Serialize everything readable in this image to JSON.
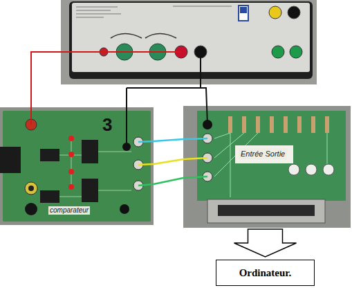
{
  "diagram": {
    "nodes": [
      {
        "text": [
          "3",
          "comparateur"
        ]
      },
      {
        "text": [
          "Entrée Sortie"
        ]
      },
      {
        "text": [
          "Ordinateur."
        ]
      }
    ],
    "edges": [
      {
        "from": 0,
        "to": 1,
        "arrow": "none"
      },
      {
        "from": 0,
        "to": 1,
        "arrow": "none"
      },
      {
        "from": 0,
        "to": 1,
        "arrow": "none"
      },
      {
        "from": 1,
        "to": 2,
        "arrow": "to"
      }
    ]
  }
}
